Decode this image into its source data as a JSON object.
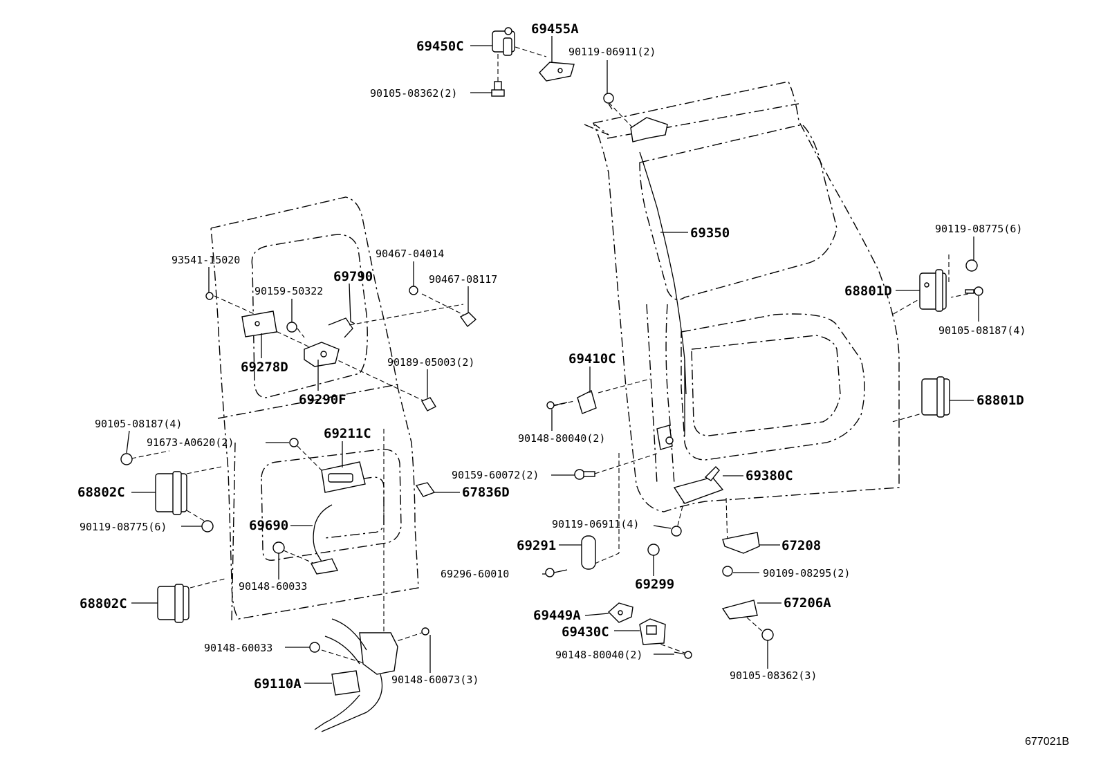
{
  "diagram_code": "677021B",
  "parts": {
    "p69450C": "69450C",
    "p69455A": "69455A",
    "p90105_08362_2": "90105-08362(2)",
    "p90119_06911_2": "90119-06911(2)",
    "p69350": "69350",
    "p90119_08775_6_r": "90119-08775(6)",
    "p68801D_a": "68801D",
    "p90105_08187_4_r": "90105-08187(4)",
    "p68801D_b": "68801D",
    "p93541_15020": "93541-15020",
    "p90467_04014": "90467-04014",
    "p69790": "69790",
    "p90467_08117": "90467-08117",
    "p90159_50322": "90159-50322",
    "p69278D": "69278D",
    "p90189_05003_2": "90189-05003(2)",
    "p69290F": "69290F",
    "p69410C": "69410C",
    "p90148_80040_2_a": "90148-80040(2)",
    "p90105_08187_4_l": "90105-08187(4)",
    "p91673_A0620_2": "91673-A0620(2)",
    "p69211C": "69211C",
    "p68802C_a": "68802C",
    "p90159_60072_2": "90159-60072(2)",
    "p67836D": "67836D",
    "p69380C": "69380C",
    "p69690": "69690",
    "p90119_08775_6_l": "90119-08775(6)",
    "p90119_06911_4": "90119-06911(4)",
    "p69291": "69291",
    "p67208": "67208",
    "p90148_60033_a": "90148-60033",
    "p69296_60010": "69296-60010",
    "p69299": "69299",
    "p90109_08295_2": "90109-08295(2)",
    "p68802C_b": "68802C",
    "p69449A": "69449A",
    "p67206A": "67206A",
    "p69430C": "69430C",
    "p90148_60033_b": "90148-60033",
    "p90148_80040_2_b": "90148-80040(2)",
    "p90148_60073_3": "90148-60073(3)",
    "p69110A": "69110A",
    "p90105_08362_3": "90105-08362(3)"
  }
}
